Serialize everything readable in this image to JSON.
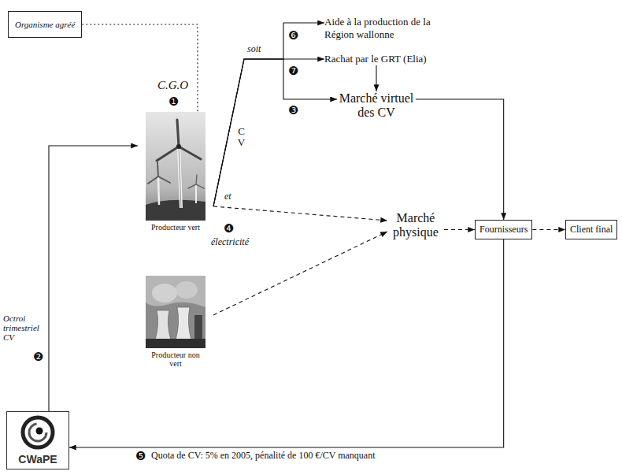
{
  "diagram": {
    "nodes": [
      {
        "text": [
          "Organisme agréé"
        ]
      },
      {
        "text": [
          "Producteur vert"
        ]
      },
      {
        "text": [
          "Producteur non vert"
        ]
      },
      {
        "text": [
          "CWaPE"
        ]
      },
      {
        "text": [
          "Aide à la production de la Région wallonne"
        ]
      },
      {
        "text": [
          "Rachat par le GRT (Elia)"
        ]
      },
      {
        "text": [
          "Marché virtuel des CV"
        ]
      },
      {
        "text": [
          "Marché physique"
        ]
      },
      {
        "text": [
          "Fournisseurs"
        ]
      },
      {
        "text": [
          "Client final"
        ]
      }
    ],
    "edges": [
      {
        "from": 0,
        "to": 1,
        "arrow": "none"
      },
      {
        "from": 3,
        "to": 1,
        "label": "Octroi trimestriel CV",
        "arrow": "to"
      },
      {
        "from": 1,
        "to": 4,
        "arrow": "to"
      },
      {
        "from": 1,
        "to": 5,
        "arrow": "to"
      },
      {
        "from": 1,
        "to": 6,
        "arrow": "to"
      },
      {
        "from": 1,
        "to": 7,
        "label": "électricité",
        "arrow": "to"
      },
      {
        "from": 5,
        "to": 6,
        "arrow": "to"
      },
      {
        "from": 2,
        "to": 7,
        "arrow": "to"
      },
      {
        "from": 7,
        "to": 8,
        "arrow": "to"
      },
      {
        "from": 8,
        "to": 9,
        "arrow": "to"
      },
      {
        "from": 6,
        "to": 8,
        "arrow": "to"
      },
      {
        "from": 8,
        "to": 3,
        "label": "Quota de CV: 5% en 2005, pénalité de 100 €/CV manquant",
        "arrow": "to"
      }
    ],
    "labels": [
      "C.G.O",
      "❶",
      "❷",
      "C V",
      "soit",
      "et",
      "❻",
      "❼",
      "❸",
      "❹",
      "❺"
    ]
  }
}
